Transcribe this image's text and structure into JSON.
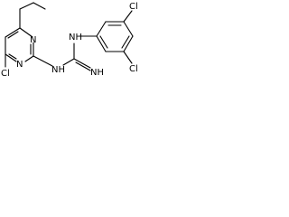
{
  "molecule": {
    "atom_labels": {
      "cl_pyrimidine": "Cl",
      "n_ring_top": "N",
      "n_ring_bottom": "N",
      "nh_link": "NH",
      "nh_aryl": "NH",
      "nh_imine": "NH",
      "cl_aryl_top": "Cl",
      "cl_aryl_bottom": "Cl"
    },
    "colors": {
      "bond": "#000000",
      "text": "#000000",
      "background": "#ffffff"
    }
  }
}
